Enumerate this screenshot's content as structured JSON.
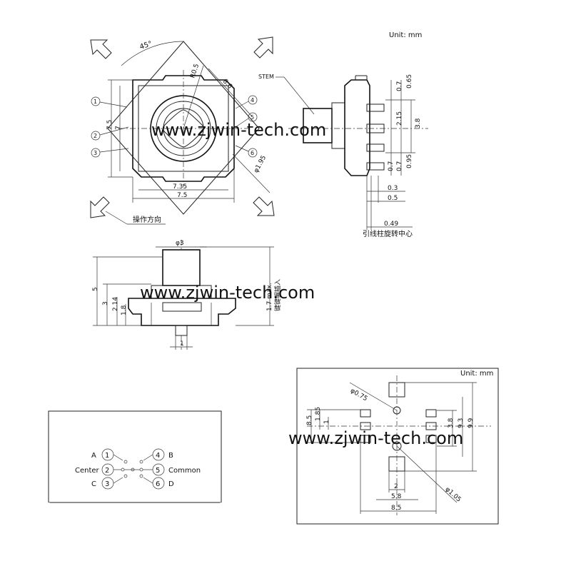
{
  "units": "Unit: mm",
  "units_bottom": "Unit: mm",
  "watermark": "www.zjwin-tech.com",
  "watermark2": "www.zjwin-tech.com",
  "watermark3": "www.zjwin-tech.com",
  "top_view": {
    "angle": "45°",
    "dims": {
      "r05": "R0.5",
      "d86": "8.6",
      "d75v": "7.5",
      "d7v": "7",
      "d735": "7.35",
      "d75h": "7.5",
      "d195": "φ1.95"
    },
    "pins_left": [
      "1",
      "2",
      "3"
    ],
    "pins_right": [
      "4",
      "5",
      "6"
    ],
    "direction_label": "操作方向"
  },
  "side_view": {
    "stem_label": "STEM",
    "dims": {
      "d07a": "0.7",
      "d065": "0.65",
      "d215": "2.15",
      "d38": "3.8",
      "d07b": "0.7",
      "d07c": "0.7",
      "d095": "0.95",
      "d03": "0.3",
      "d05": "0.5",
      "d049": "0.49"
    },
    "center_label": "引线柱旋转中心"
  },
  "front_view": {
    "dims": {
      "phi3": "φ3",
      "d5": "5",
      "d3": "3",
      "d214": "2.14",
      "d18": "1.8",
      "d1": "1",
      "max": "1.7 max."
    },
    "insert_label": "键键帽插入"
  },
  "circuit": {
    "pins": [
      {
        "num": "1",
        "name": "A"
      },
      {
        "num": "2",
        "name": "Center"
      },
      {
        "num": "3",
        "name": "C"
      },
      {
        "num": "4",
        "name": "B"
      },
      {
        "num": "5",
        "name": "Common"
      },
      {
        "num": "6",
        "name": "D"
      }
    ]
  },
  "footprint": {
    "dims": {
      "phi075": "φ0.75",
      "phi105": "φ1.05",
      "d85v": "8.5",
      "d185": "1.85",
      "d1": "1",
      "d38": "3.8",
      "d93": "9.3",
      "d99": "9.9",
      "d2": "2",
      "d58": "5.8",
      "d85h": "8.5"
    }
  }
}
